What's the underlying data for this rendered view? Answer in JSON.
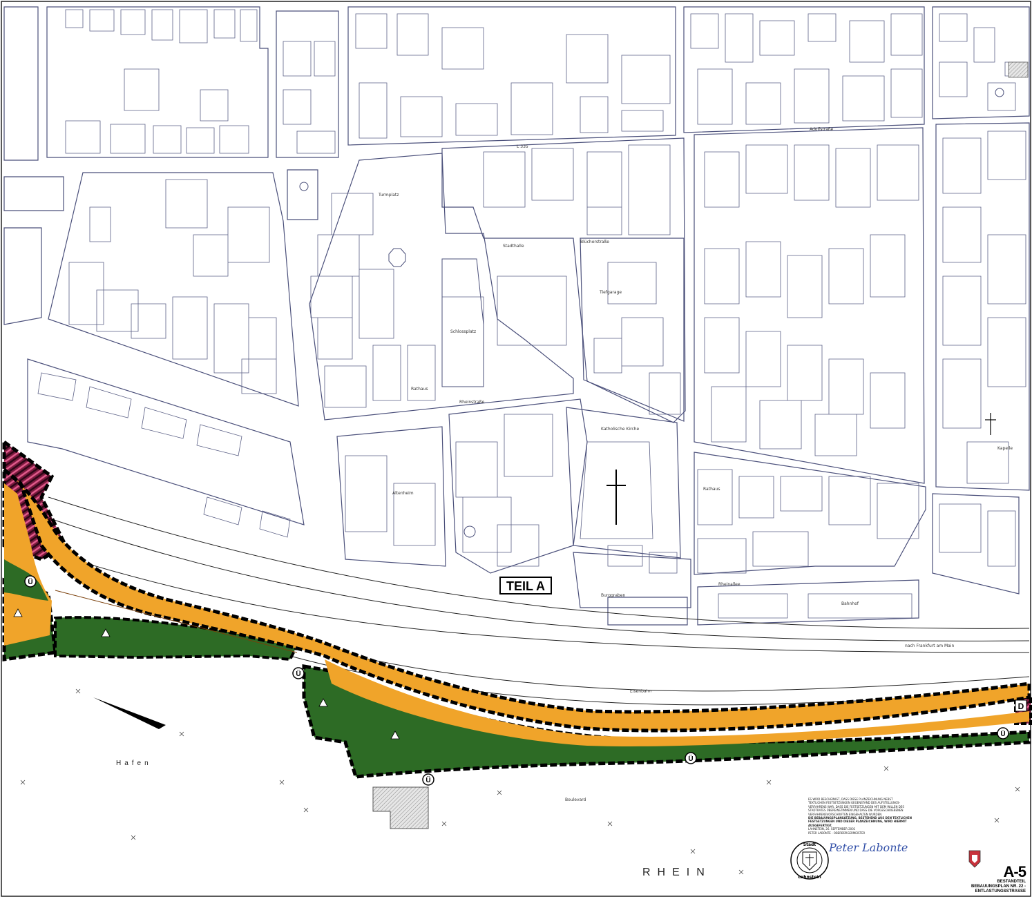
{
  "map": {
    "section_label": "TEIL A",
    "road_number": "L 335",
    "water_label": "RHEIN",
    "harbor_label": "Hafen",
    "railway_label": "Eisenbahn",
    "railway_direction_label": "nach Frankfurt am Main",
    "zone_marker_u": "Ü",
    "zone_marker_d": "D",
    "colors": {
      "road_fill": "#f0a42a",
      "green_fill": "#2d6b25",
      "hatch_fill": "#7a1a3e",
      "border": "#000000",
      "line": "#4a4f7a"
    },
    "street_labels": [
      "Adolfstraße",
      "Rheinstraße",
      "Blücherstraße",
      "Burggraben",
      "Rheinallee",
      "Boulevard"
    ],
    "building_labels": [
      "Stadthalle",
      "Turmplatz",
      "Schlossplatz",
      "Rathaus",
      "Tiefgarage",
      "Katholische Kirche",
      "Rathaus",
      "Altenheim",
      "Kapelle",
      "Bahnhof"
    ]
  },
  "legend": {
    "certification_lines": [
      "Es wird bescheinigt, dass diese Planzeichnung nebst",
      "textlichen Festsetzungen Gegenstand des Aufstellungs-",
      "verfahrens war, dass die Festsetzungen mit dem Willen des",
      "Stadtrates übereinstimmen und dass die vorgeschriebenen",
      "Verfahrensvorschriften eingehalten wurden.",
      "Die Bebauungsplansatzung, bestehend aus den textlichen",
      "Festsetzungen und dieser Planzeichnung, wird hiermit",
      "ausgefertigt.",
      "Lahnstein, 26. September 2001",
      "Peter Labonte - Oberbürgermeister"
    ],
    "seal_text_top": "Stadt",
    "seal_text_bottom": "Lahnstein",
    "signature": "Peter Labonte"
  },
  "title_block": {
    "plan_code": "A-5",
    "line1": "BESTANDTEIL",
    "line2": "BEBAUUNGSPLAN NR. 22 - ENTLASTUNGSSTRASSE"
  }
}
